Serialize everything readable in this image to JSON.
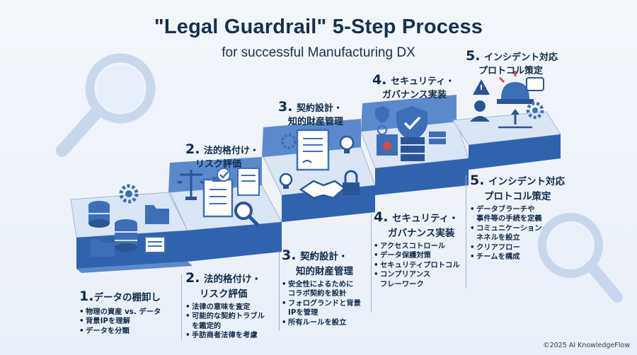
{
  "title": "\"Legal Guardrail\" 5-Step Process",
  "subtitle": "for successful Manufacturing DX",
  "stair_labels": [
    {
      "num": "2.",
      "line1": "法的格付け・",
      "line2": "リスク評価"
    },
    {
      "num": "3.",
      "line1": "契約設計・",
      "line2": "知的財産管理"
    },
    {
      "num": "4.",
      "line1": "セキュリティ・",
      "line2": "ガバナンス実装"
    },
    {
      "num": "5.",
      "line1": "インシデント対応",
      "line2": "プロトコル策定"
    }
  ],
  "columns": [
    {
      "num": "1.",
      "line1": "データの棚卸し",
      "line2": "",
      "bullets": [
        "物理の資産 vs. データ",
        "背景IPを理解",
        "データを分類"
      ]
    },
    {
      "num": "2.",
      "line1": "法的格付け・",
      "line2": "リスク評価",
      "bullets": [
        "法律の意味を査定",
        "可能的な契約トラブル",
        "+を鑑定的",
        "手肪商者法律を考慮"
      ]
    },
    {
      "num": "3.",
      "line1": "契約設計・",
      "line2": "知的財産管理",
      "bullets": [
        "安全性によるために",
        "+コラボ契約を設計",
        "フォログランドと背景",
        "+IPを管理",
        "所有ルールを設立"
      ]
    },
    {
      "num": "4.",
      "line1": "セキュリティ・",
      "line2": "ガバナンス実装",
      "bullets": [
        "アクセスコトロール",
        "データ保護対策",
        "セキュリティプロトコル",
        "コンプリアンス",
        "+フレーワーク"
      ]
    },
    {
      "num": "5.",
      "line1": "インシデント対応",
      "line2": "プロトコル策定",
      "bullets": [
        "データブラーチや",
        "+事件等の手続を定義",
        "コミュニケーション",
        "+ネネルを設立",
        "クリアフロー",
        "チームを構成"
      ]
    }
  ],
  "footer": "©2025 AI KnowledgeFlow",
  "colors": {
    "stair_top": "#d8e5f5",
    "stair_front": "#2f63ad",
    "stair_side": "#5f8fcc",
    "icon_blue": "#3c6fb8",
    "magnifier": "#c9d8ec",
    "text": "#102a4c"
  }
}
